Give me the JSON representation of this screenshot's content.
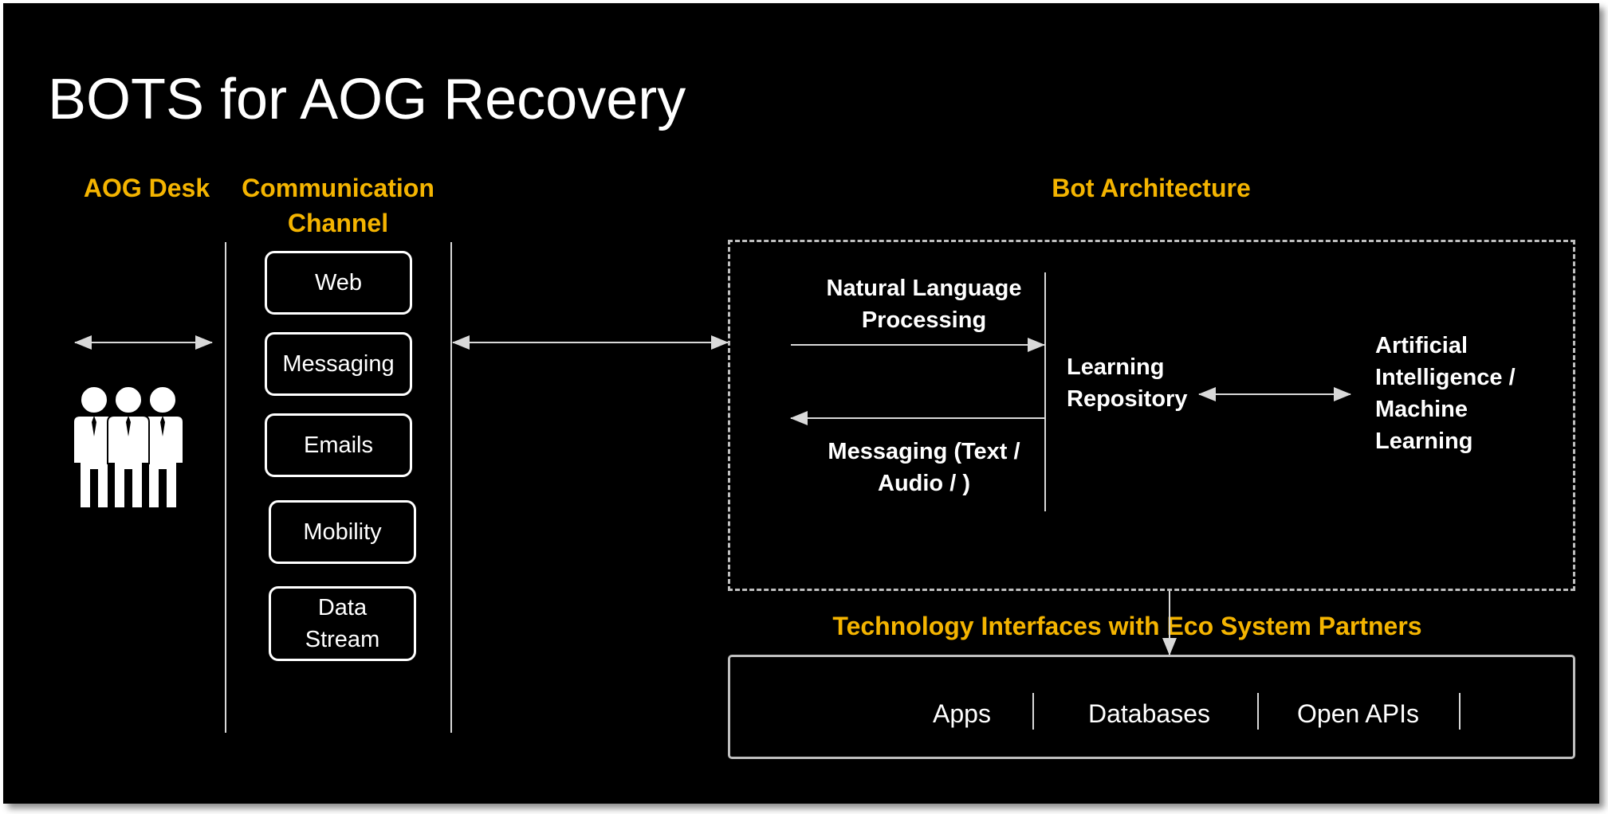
{
  "title": "BOTS for AOG Recovery",
  "headers": {
    "aog_desk": "AOG Desk",
    "communication_channel": "Communication Channel",
    "bot_architecture": "Bot Architecture",
    "tech_interfaces": "Technology Interfaces with Eco System Partners"
  },
  "channels": [
    "Web",
    "Messaging",
    "Emails",
    "Mobility",
    "Data Stream"
  ],
  "bot": {
    "nlp": "Natural Language Processing",
    "messaging": "Messaging (Text / Audio / )",
    "learning_repository": "Learning Repository",
    "ai_ml": "Artificial Intelligence / Machine Learning"
  },
  "interfaces": [
    "Apps",
    "Databases",
    "Open APIs"
  ],
  "colors": {
    "background": "#000000",
    "accent": "#f4b400",
    "text": "#ffffff",
    "lines": "#d9d9d9",
    "dashed_border": "#bfbfbf"
  },
  "icons": [
    "people-group-icon"
  ]
}
